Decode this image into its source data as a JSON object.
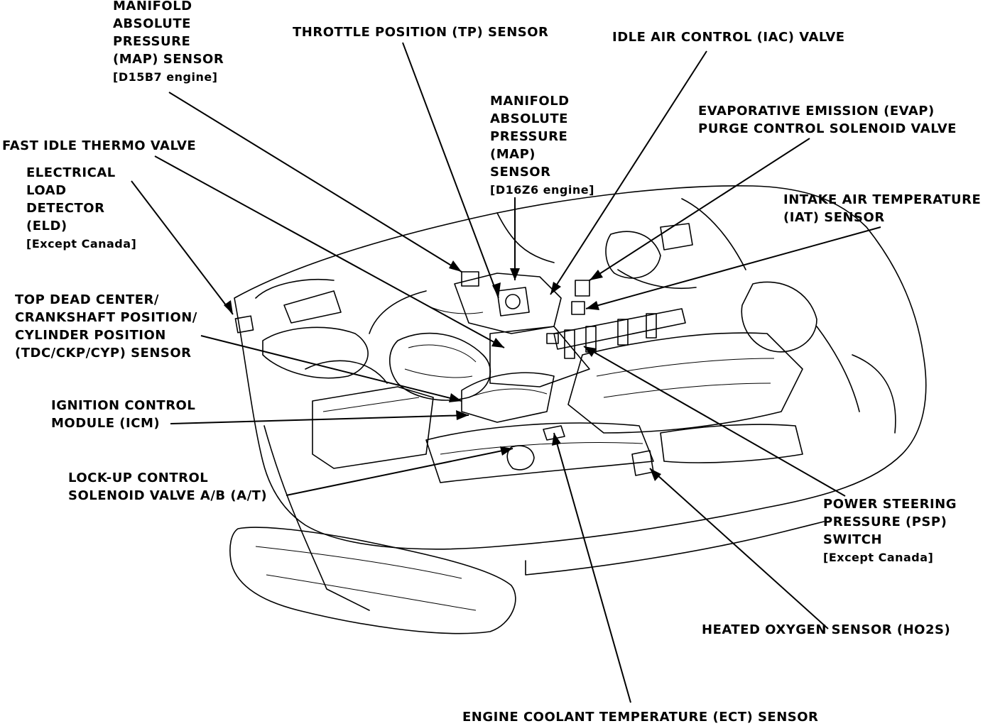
{
  "colors": {
    "ink": "#000000",
    "paper": "#ffffff"
  },
  "labels": {
    "map_d15b7": [
      "MANIFOLD",
      "ABSOLUTE",
      "PRESSURE",
      "(MAP) SENSOR",
      "[D15B7 engine]"
    ],
    "tp_sensor": [
      "THROTTLE POSITION (TP) SENSOR"
    ],
    "iac_valve": [
      "IDLE AIR CONTROL (IAC) VALVE"
    ],
    "map_d16z6": [
      "MANIFOLD",
      "ABSOLUTE",
      "PRESSURE",
      "(MAP)",
      "SENSOR",
      "[D16Z6 engine]"
    ],
    "evap": [
      "EVAPORATIVE EMISSION (EVAP)",
      "PURGE CONTROL SOLENOID VALVE"
    ],
    "fast_idle": [
      "FAST IDLE THERMO VALVE"
    ],
    "eld": [
      "ELECTRICAL",
      "LOAD",
      "DETECTOR",
      "(ELD)",
      "[Except Canada]"
    ],
    "iat": [
      "INTAKE AIR TEMPERATURE",
      "(IAT) SENSOR"
    ],
    "tdc": [
      "TOP DEAD CENTER/",
      "CRANKSHAFT POSITION/",
      "CYLINDER POSITION",
      "(TDC/CKP/CYP) SENSOR"
    ],
    "icm": [
      "IGNITION CONTROL",
      "MODULE (ICM)"
    ],
    "lockup": [
      "LOCK-UP CONTROL",
      "SOLENOID VALVE A/B (A/T)"
    ],
    "psp": [
      "POWER STEERING",
      "PRESSURE (PSP)",
      "SWITCH",
      "[Except Canada]"
    ],
    "ho2s": [
      "HEATED OXYGEN SENSOR (HO2S)"
    ],
    "ect": [
      "ENGINE COOLANT TEMPERATURE (ECT) SENSOR"
    ]
  }
}
